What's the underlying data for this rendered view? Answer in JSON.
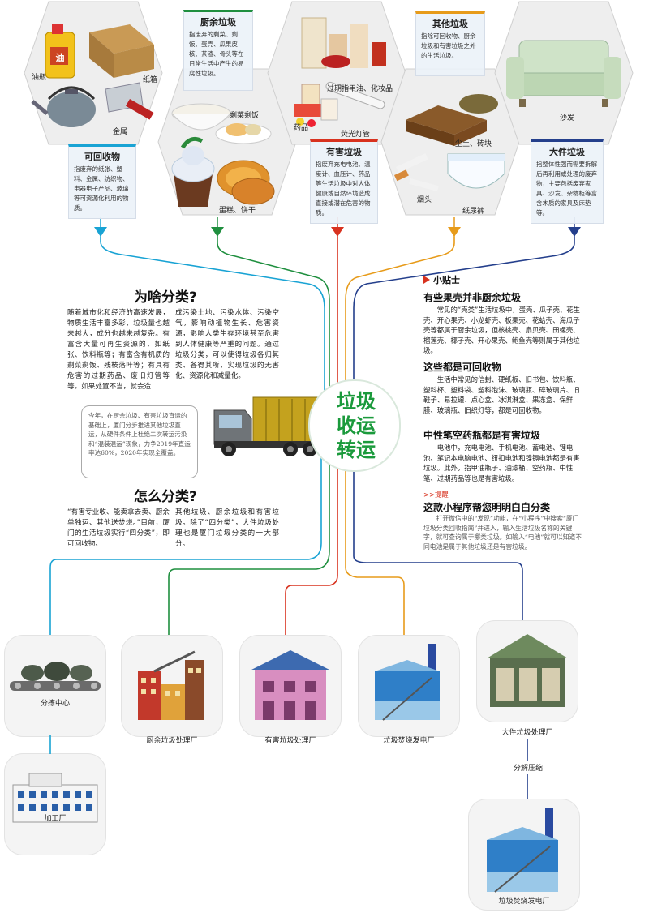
{
  "categories": {
    "recyclable": {
      "title": "可回收物",
      "desc": "指废弃的纸张、塑料、金属、纺织物、电器电子产品、玻璃等可资源化利用的物质。",
      "color": "#19a3d4"
    },
    "kitchen": {
      "title": "厨余垃圾",
      "desc": "指废弃的剩菜、剩饭、蛋壳、瓜果皮核、茶渣、骨头等在日常生活中产生的易腐性垃圾。",
      "color": "#1f8f3f"
    },
    "hazardous": {
      "title": "有害垃圾",
      "desc": "指废弃充电电池、温度计、血压计、药品等生活垃圾中对人体健康或自然环境造成直接或潜在危害的物质。",
      "color": "#d8321f"
    },
    "other": {
      "title": "其他垃圾",
      "desc": "指除可回收物、厨余垃圾和有害垃圾之外的生活垃圾。",
      "color": "#e79b1a"
    },
    "bulky": {
      "title": "大件垃圾",
      "desc": "指整体性强而需要拆解后再利用或处理的废弃物，主要包括废弃家具、沙发、杂物柜等富含木质的家具及床垫等。",
      "color": "#243f8c"
    }
  },
  "items": {
    "oil_bottle": "油瓶",
    "oil_label": "油",
    "cardboard": "纸箱",
    "metal": "金属",
    "leftovers": "剩菜剩饭",
    "cake": "蛋糕、饼干",
    "cosmetics": "过期指甲油、化妆品",
    "medicine": "药品",
    "lamp": "荧光灯管",
    "dust_brick": "尘土、砖块",
    "cigarette": "烟头",
    "diaper": "纸尿裤",
    "sofa": "沙发"
  },
  "why": {
    "title": "为啥分类?",
    "col1": "随着城市化和经济的高速发展，物质生活丰富多彩，垃圾量也越来越大，成分也越来越复杂。有富含大量可再生资源的，如纸张、饮料瓶等；有富含有机质的剩菜剩饭、残枝落叶等；有具有危害的过期药品、废旧灯管等等。如果处置不当，就会造",
    "col2": "成污染土地、污染水体、污染空气，影响动植物生长、危害资源，影响人类生存环境甚至危害到人体健康等严重的问题。通过垃圾分类，可以使得垃圾各归其类、各得其所，实现垃圾的无害化、资源化和减量化。"
  },
  "note": "今年，在厨余垃圾、有害垃圾直运的基础上，厦门分步推进其他垃圾直运，从硬件条件上杜绝二次转运污染和“混装混运”现象，力争2019年直运率达60%，2020年实现全覆盖。",
  "slogan": [
    "垃圾",
    "收运",
    "转运"
  ],
  "how": {
    "title": "怎么分类?",
    "col1": "“有害专业收、能卖拿去卖、厨余单独运、其他送焚烧。”目前，厦门的生活垃圾实行“四分类”，即可回收物、",
    "col2": "其他垃圾、厨余垃圾和有害垃圾。除了“四分类”，大件垃圾处理也是厦门垃圾分类的一大部分。"
  },
  "tips": {
    "title": "小贴士",
    "s1_title": "有些果壳并非厨余垃圾",
    "s1_text": "常见的“壳类”生活垃圾中，蛋壳、瓜子壳、花生壳、开心果壳、小龙虾壳、板栗壳、花蛤壳、海瓜子壳等都属于厨余垃圾，但核桃壳、扇贝壳、田螺壳、榴莲壳、椰子壳、开心果壳、鲍鱼壳等则属于其他垃圾。",
    "s2_title": "这些都是可回收物",
    "s2_text": "生活中常见的信封、硬纸板、旧书包、饮料瓶、塑料杯、塑料袋、塑料泡沫、玻璃瓶、碎玻璃片、旧鞋子、易拉罐、点心盒、冰淇淋盒、果冻盒、保鲜膜、玻璃瓶、旧织灯等，都是可回收物。",
    "s3_title": "中性笔空药瓶都是有害垃圾",
    "s3_text": "电池中，充电电池、手机电池、蓄电池、锂电池、笔记本电脑电池、纽扣电池和镍镉电池都是有害垃圾。此外，指甲油瓶子、油漆桶、空药瓶、中性笔、过期药品等也是有害垃圾。",
    "remind_label": ">>提醒",
    "remind_title": "这款小程序帮您明明白白分类",
    "remind_text": "打开微信中的“发现”功能，在“小程序”中搜索“厦门垃圾分类回收指南”并进入，输入生活垃圾名称的关键字，就可查询属于哪类垃圾。如输入“电池”就可以知道不同电池是属于其他垃圾还是有害垃圾。"
  },
  "facilities": {
    "sorting": "分拣中心",
    "processing": "加工厂",
    "kitchen_plant": "厨余垃圾处理厂",
    "hazard_plant": "有害垃圾处理厂",
    "incinerator": "垃圾焚烧发电厂",
    "bulky_plant": "大件垃圾处理厂",
    "compress": "分解压缩",
    "incinerator2": "垃圾焚烧发电厂"
  }
}
